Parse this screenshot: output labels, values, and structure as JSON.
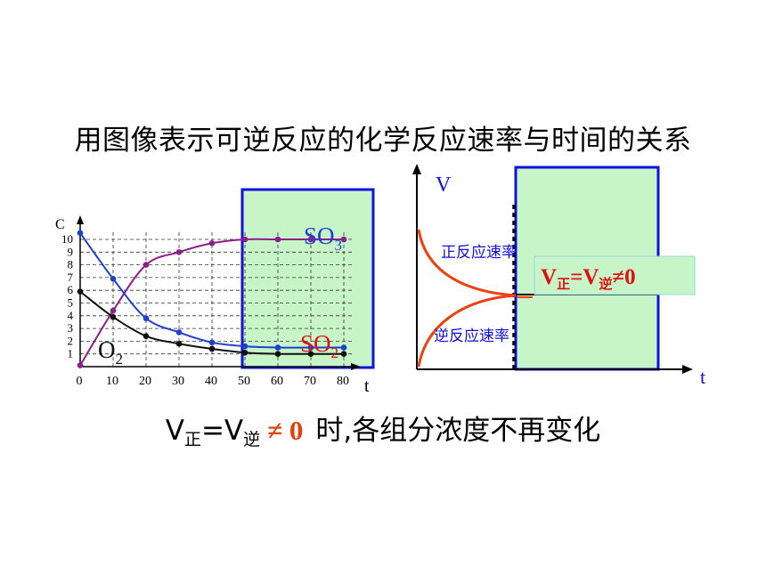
{
  "title": "用图像表示可逆反应的化学反应速率与时间的关系",
  "caption": {
    "v": "V",
    "zheng": "正",
    "equals": "=V",
    "ni": "逆",
    "neq_zero": "≠ 0",
    "rest": "时,各组分浓度不再变化"
  },
  "chart_data": [
    {
      "type": "line",
      "xlabel": "t",
      "ylabel": "C",
      "x_ticks": [
        0,
        10,
        20,
        30,
        40,
        50,
        60,
        70,
        80
      ],
      "y_ticks": [
        1,
        2,
        3,
        4,
        5,
        6,
        7,
        8,
        9,
        10
      ],
      "xlim": [
        0,
        85
      ],
      "ylim": [
        0,
        11.5
      ],
      "grid": true,
      "x": [
        0,
        10,
        20,
        30,
        40,
        50,
        60,
        70,
        80
      ],
      "series": [
        {
          "name": "SO3",
          "color": "#8b1f8b",
          "values": [
            0.1,
            4.4,
            8.0,
            9.0,
            9.7,
            10.0,
            10.0,
            10.0,
            10.0
          ]
        },
        {
          "name": "SO2",
          "color": "#1f3fd0",
          "values": [
            10.5,
            6.9,
            3.8,
            2.7,
            1.9,
            1.6,
            1.5,
            1.5,
            1.5
          ]
        },
        {
          "name": "O2",
          "color": "#111111",
          "values": [
            5.9,
            3.9,
            2.4,
            1.8,
            1.4,
            1.1,
            1.0,
            1.0,
            1.0
          ]
        }
      ],
      "labels": [
        {
          "text": "SO",
          "sub": "3",
          "color": "#1f3fd0",
          "series": "SO3"
        },
        {
          "text": "SO",
          "sub": "2",
          "color": "#e01010",
          "series": "SO2"
        },
        {
          "text": "O",
          "sub": "2",
          "color": "#111111",
          "series": "O2"
        }
      ],
      "highlight": {
        "x_from": 50,
        "x_to": 85,
        "fill": "#c8f5c8",
        "border": "#1010e0"
      }
    },
    {
      "type": "line",
      "xlabel": "t",
      "ylabel": "V",
      "series": [
        {
          "name": "正反应速率",
          "color": "#ee4010",
          "trend": "decreasing"
        },
        {
          "name": "逆反应速率",
          "color": "#ee4010",
          "trend": "increasing"
        }
      ],
      "annotation": {
        "v": "V",
        "zheng": "正",
        "eq": "=V",
        "ni": "逆",
        "neq": "≠0",
        "color": "#e01010"
      },
      "highlight": {
        "fill": "#c8f5c8",
        "border": "#1010e0"
      }
    }
  ]
}
